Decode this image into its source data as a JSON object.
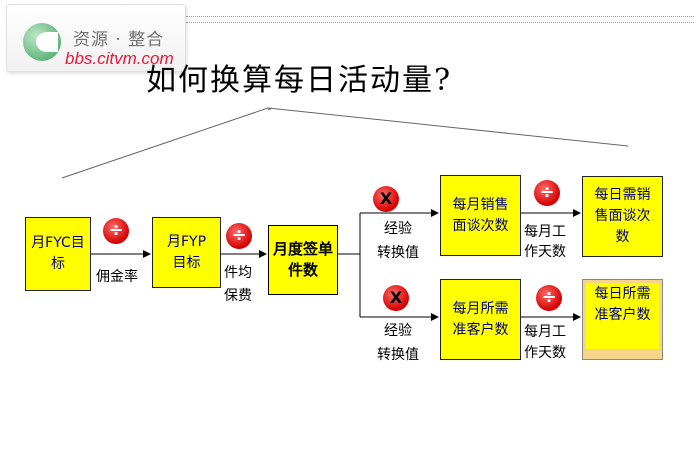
{
  "logo": {
    "text_cn": "资源 · 整合",
    "url": "bbs.citvm.com"
  },
  "title": "如何换算每日活动量?",
  "boxes": {
    "monthly_fyc": "月FYC目标",
    "monthly_fyp": "月FYP目标",
    "monthly_cases": "月度签单件数",
    "monthly_interviews": "每月销售面谈次数",
    "daily_interviews": "每日需销售面谈次数",
    "monthly_prospects": "每月所需准客户数",
    "daily_prospects": "每日所需准客户数"
  },
  "labels": {
    "commission_rate": "佣金率",
    "avg_premium_1": "件均",
    "avg_premium_2": "保费",
    "conv_top_1": "经验",
    "conv_top_2": "转换值",
    "conv_bottom_1": "经验",
    "conv_bottom_2": "转换值",
    "workdays_top_1": "每月工",
    "workdays_top_2": "作天数",
    "workdays_bottom_1": "每月工",
    "workdays_bottom_2": "作天数"
  },
  "operators": {
    "divide": "÷",
    "multiply": "X"
  },
  "colors": {
    "box_fill": "#ffff00",
    "box_text": "#000080",
    "operator": "#e00000",
    "title": "#000000"
  }
}
